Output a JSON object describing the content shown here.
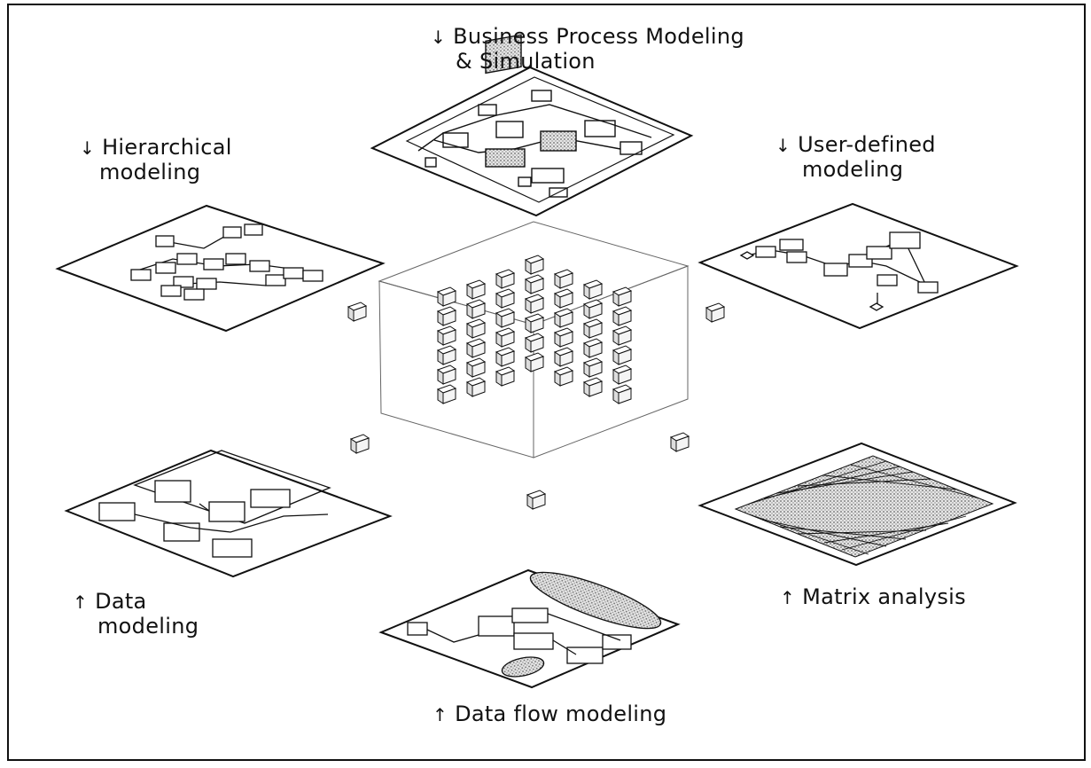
{
  "labels": {
    "business_process": {
      "arrow": "↓",
      "line1": "Business Process Modeling",
      "line2": "& Simulation"
    },
    "hierarchical": {
      "arrow": "↓",
      "line1": "Hierarchical",
      "line2": "modeling"
    },
    "user_defined": {
      "arrow": "↓",
      "line1": "User-defined",
      "line2": "modeling"
    },
    "data_modeling": {
      "arrow": "↑",
      "line1": "Data",
      "line2": "modeling"
    },
    "matrix_analysis": {
      "arrow": "↑",
      "line1": "Matrix analysis"
    },
    "data_flow": {
      "arrow": "↑",
      "line1": "Data flow modeling"
    }
  },
  "colors": {
    "ink": "#111111",
    "cube_fill": "#f2f2f2",
    "stipple": "#bdbdbd"
  }
}
